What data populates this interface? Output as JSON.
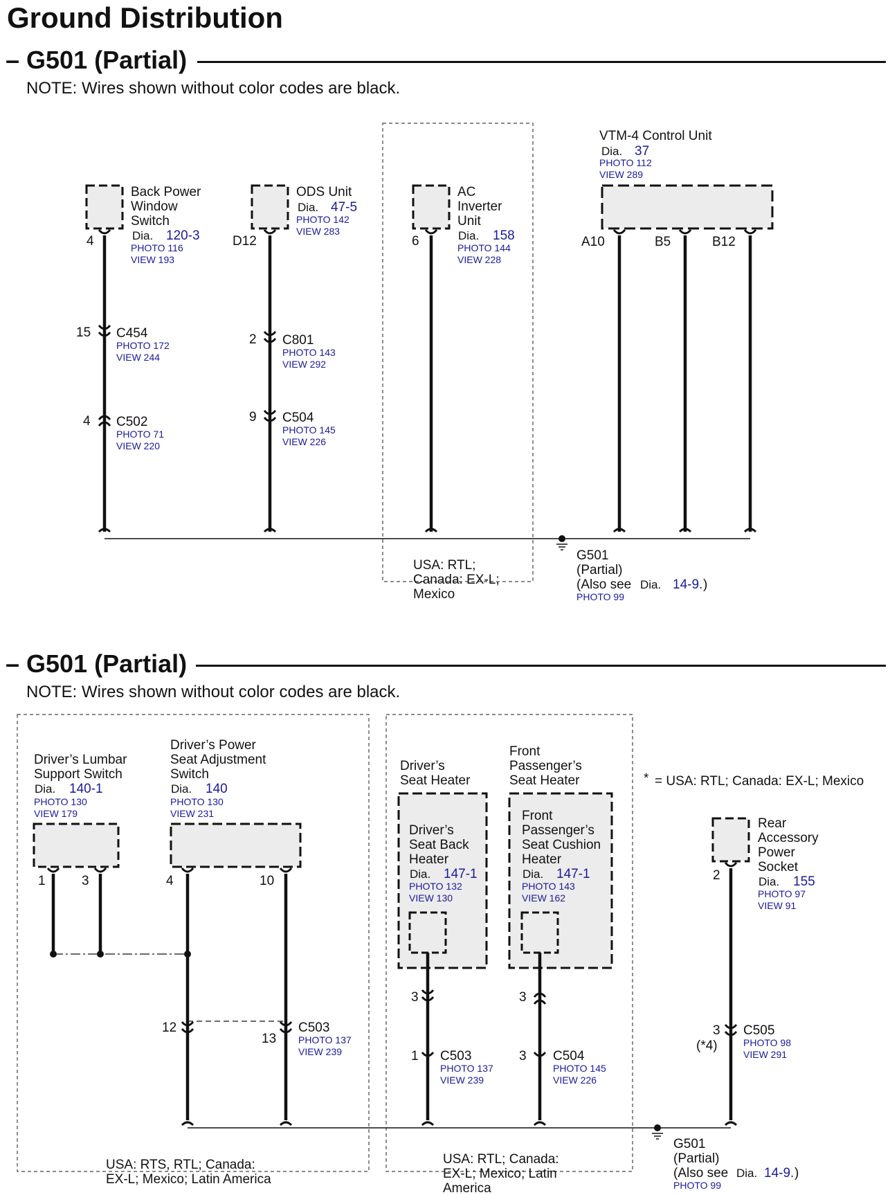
{
  "title": "Ground Distribution",
  "sections": [
    {
      "heading": "G501 (Partial)",
      "note": "NOTE: Wires shown without color codes are black."
    },
    {
      "heading": "G501 (Partial)",
      "note": "NOTE: Wires shown without color codes are black."
    }
  ],
  "diagram1": {
    "back_power": {
      "l1": "Back Power",
      "l2": "Window",
      "l3": "Switch",
      "dia_label": "Dia.",
      "dia": "120-3",
      "photo": "PHOTO 116",
      "view": "VIEW 193",
      "pin": "4"
    },
    "c454": {
      "name": "C454",
      "photo": "PHOTO 172",
      "view": "VIEW 244",
      "pin": "15"
    },
    "c502": {
      "name": "C502",
      "photo": "PHOTO 71",
      "view": "VIEW 220",
      "pin": "4"
    },
    "ods": {
      "l1": "ODS Unit",
      "dia_label": "Dia.",
      "dia": "47-5",
      "photo": "PHOTO 142",
      "view": "VIEW 283",
      "pin": "D12"
    },
    "c801": {
      "name": "C801",
      "photo": "PHOTO 143",
      "view": "VIEW 292",
      "pin": "2"
    },
    "c504": {
      "name": "C504",
      "photo": "PHOTO 145",
      "view": "VIEW 226",
      "pin": "9"
    },
    "ac": {
      "l1": "AC",
      "l2": "Inverter",
      "l3": "Unit",
      "dia_label": "Dia.",
      "dia": "158",
      "photo": "PHOTO 144",
      "view": "VIEW 228",
      "pin": "6"
    },
    "ac_region": {
      "l1": "USA: RTL;",
      "l2": "Canada: EX-L;",
      "l3": "Mexico"
    },
    "vtm": {
      "l1": "VTM-4 Control Unit",
      "dia_label": "Dia.",
      "dia": "37",
      "photo": "PHOTO 112",
      "view": "VIEW 289",
      "pins": [
        "A10",
        "B5",
        "B12"
      ]
    },
    "ground": {
      "l1": "G501",
      "l2": "(Partial)",
      "l3": "(Also see",
      "dia_label": "Dia.",
      "dia": "14-9.",
      "close": ")",
      "photo": "PHOTO 99"
    }
  },
  "diagram2": {
    "lumbar": {
      "l1": "Driver’s Lumbar",
      "l2": "Support Switch",
      "dia_label": "Dia.",
      "dia": "140-1",
      "photo": "PHOTO 130",
      "view": "VIEW 179",
      "pins": [
        "1",
        "3"
      ]
    },
    "power_seat": {
      "l1": "Driver’s Power",
      "l2": "Seat Adjustment",
      "l3": "Switch",
      "dia_label": "Dia.",
      "dia": "140",
      "photo": "PHOTO 130",
      "view": "VIEW 231",
      "pins": [
        "4",
        "10"
      ]
    },
    "c503_left": {
      "name": "C503",
      "photo": "PHOTO 137",
      "view": "VIEW 239",
      "pin_a": "12",
      "pin_b": "13"
    },
    "region_left": {
      "l1": "USA: RTS, RTL; Canada:",
      "l2": "EX-L; Mexico; Latin America"
    },
    "drv_heater": {
      "h1": "Driver’s",
      "h2": "Seat Heater",
      "l1": "Driver’s",
      "l2": "Seat Back",
      "l3": "Heater",
      "dia_label": "Dia.",
      "dia": "147-1",
      "photo": "PHOTO 132",
      "view": "VIEW 130"
    },
    "c503_mid": {
      "pin_top": "3",
      "name": "C503",
      "photo": "PHOTO 137",
      "view": "VIEW 239",
      "pin": "1"
    },
    "pass_heater": {
      "h1": "Front",
      "h2": "Passenger’s",
      "h3": "Seat Heater",
      "l1": "Front",
      "l2": "Passenger’s",
      "l3": "Seat Cushion",
      "l4": "Heater",
      "dia_label": "Dia.",
      "dia": "147-1",
      "photo": "PHOTO 143",
      "view": "VIEW 162"
    },
    "c504_mid": {
      "pin_top": "3",
      "name": "C504",
      "photo": "PHOTO 145",
      "view": "VIEW 226",
      "pin": "3"
    },
    "region_mid": {
      "l1": "USA: RTL; Canada:",
      "l2": "EX-L; Mexico; Latin",
      "l3": "America"
    },
    "footnote": {
      "mark": "*",
      "text": "= USA: RTL; Canada: EX-L; Mexico"
    },
    "rear_socket": {
      "l1": "Rear",
      "l2": "Accessory",
      "l3": "Power",
      "l4": "Socket",
      "dia_label": "Dia.",
      "dia": "155",
      "photo": "PHOTO 97",
      "view": "VIEW 91",
      "pin": "2"
    },
    "c505": {
      "name": "C505",
      "photo": "PHOTO 98",
      "view": "VIEW 291",
      "pin": "3",
      "pin_note": "(*4)"
    },
    "ground": {
      "l1": "G501",
      "l2": "(Partial)",
      "l3": "(Also see",
      "dia_label": "Dia.",
      "dia": "14-9.",
      "close": ")",
      "photo": "PHOTO 99"
    }
  }
}
